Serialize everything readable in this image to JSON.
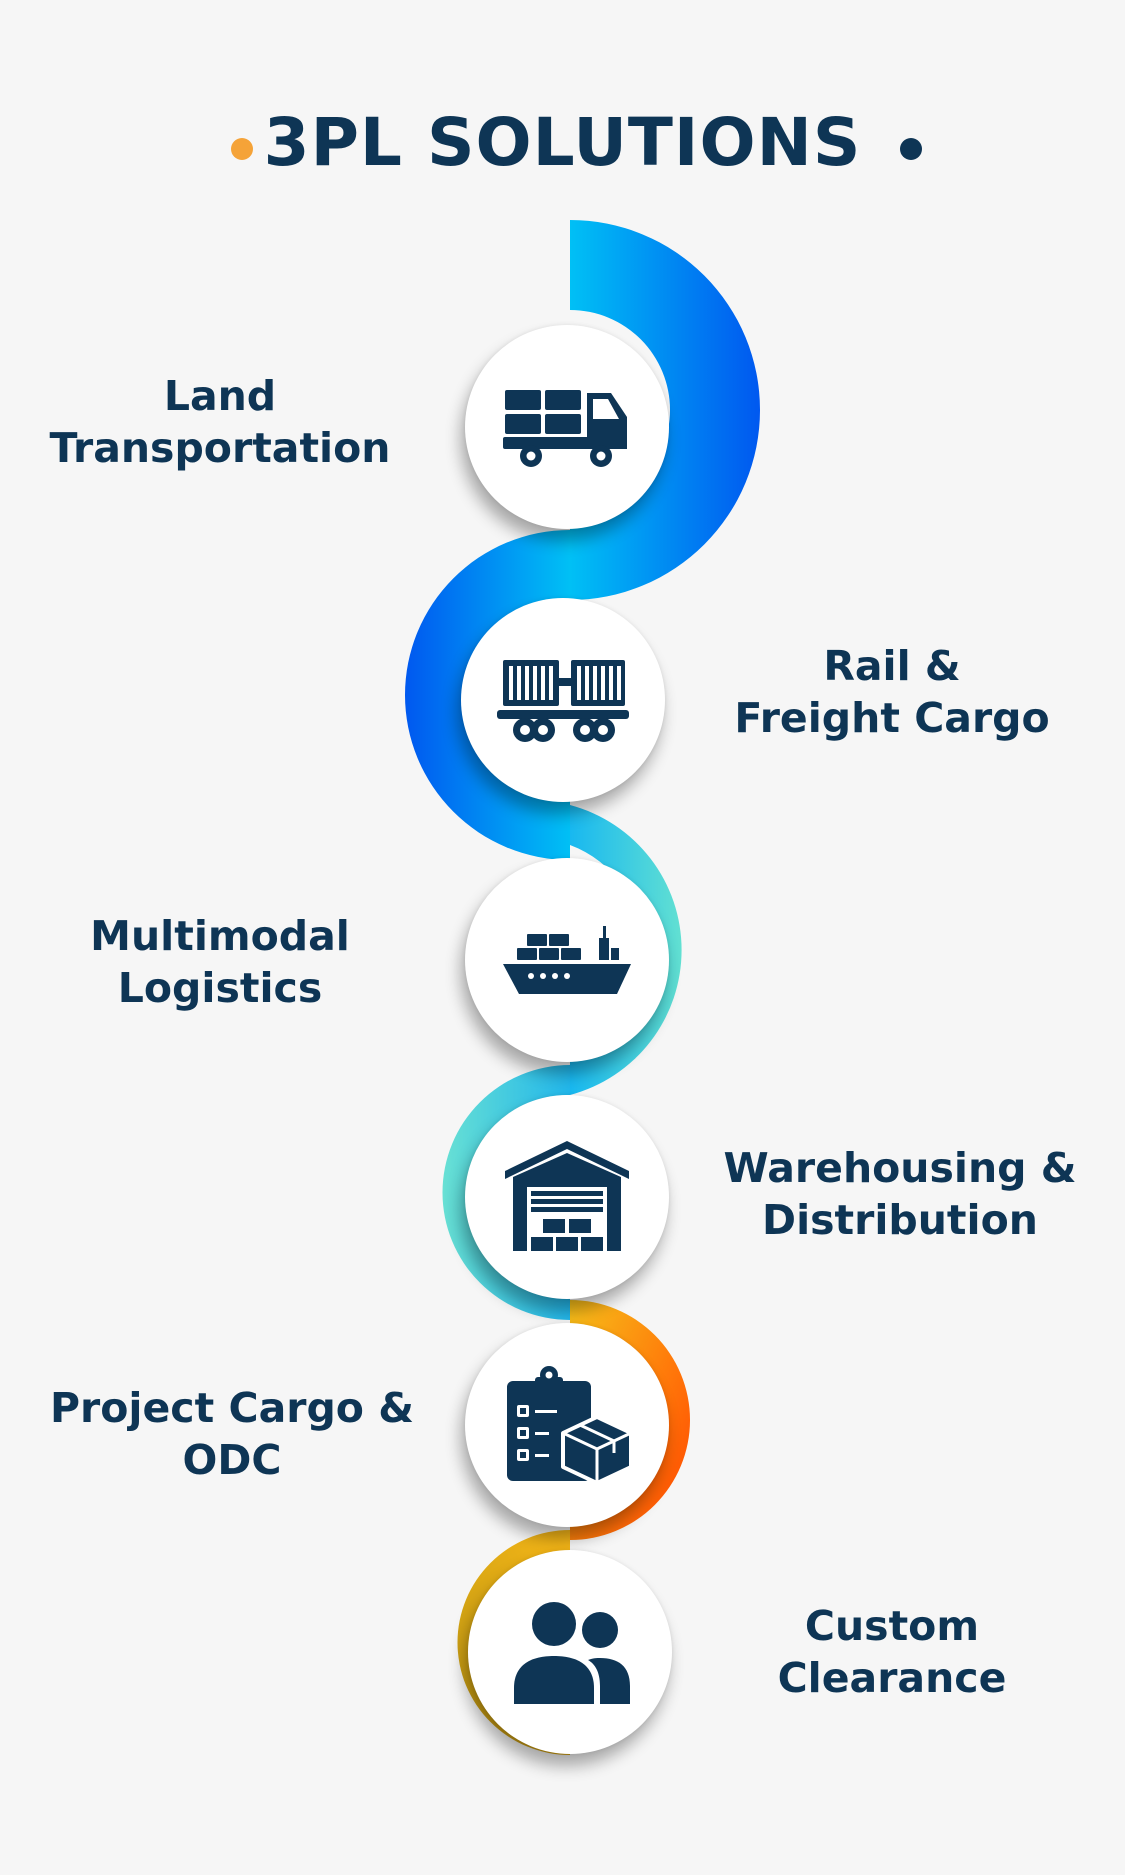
{
  "title": "3PL SOLUTIONS",
  "colors": {
    "text": "#0e3555",
    "dot_left": "#f5a338",
    "dot_right": "#0e3555",
    "blue_dark": "#0060f0",
    "blue_light": "#00b8f5",
    "teal": "#5edcd3",
    "orange": "#ff5200",
    "yellow": "#f7b718"
  },
  "steps": [
    {
      "icon": "truck-icon",
      "lines": [
        "Land",
        "Transportation"
      ]
    },
    {
      "icon": "freight-train-icon",
      "lines": [
        "Rail &",
        "Freight Cargo"
      ]
    },
    {
      "icon": "cargo-ship-icon",
      "lines": [
        "Multimodal",
        "Logistics"
      ]
    },
    {
      "icon": "warehouse-icon",
      "lines": [
        "Warehousing &",
        "Distribution"
      ]
    },
    {
      "icon": "clipboard-package-icon",
      "lines": [
        "Project Cargo &",
        "ODC"
      ]
    },
    {
      "icon": "users-icon",
      "lines": [
        "Custom",
        "Clearance"
      ]
    }
  ]
}
